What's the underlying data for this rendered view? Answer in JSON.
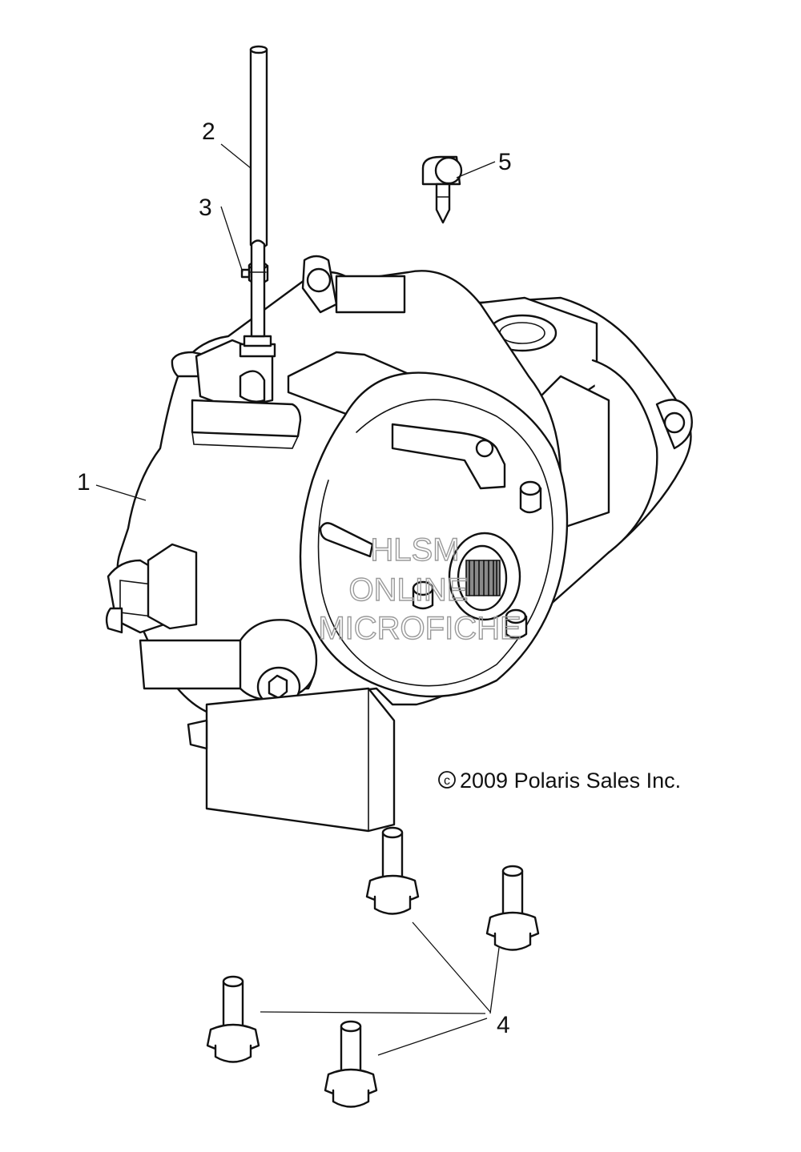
{
  "callouts": {
    "c1": "1",
    "c2": "2",
    "c3": "3",
    "c4": "4",
    "c5": "5"
  },
  "copyright": "2009 Polaris Sales Inc.",
  "copyright_symbol": "c",
  "watermark": {
    "line1": "HLSM",
    "line2": "ONLINE",
    "line3": "MICROFICHE"
  }
}
